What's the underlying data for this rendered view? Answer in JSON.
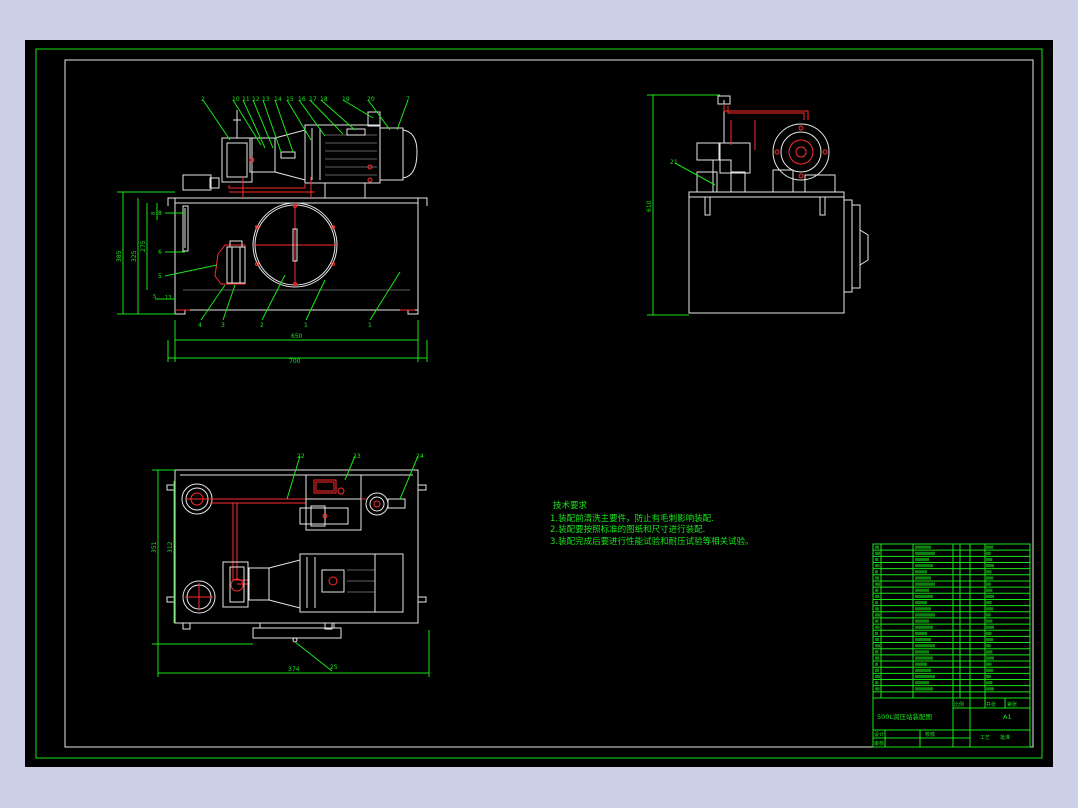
{
  "tech_requirements": {
    "title": "技术要求",
    "items": [
      "1.装配前清洗主要件，防止有毛刺影响装配.",
      "2.装配要按照标准的图纸和尺寸进行装配.",
      "3.装配完成后要进行性能试验和耐压试验等相关试验。"
    ]
  },
  "front_view": {
    "dimensions": {
      "inner_width": "650",
      "overall_width": "700",
      "height_total": "385",
      "height_mid": "325",
      "height_inner": "275",
      "small": "8",
      "tank_plate": "13",
      "level_ref": "5"
    },
    "balloons": [
      "2",
      "10",
      "11",
      "12",
      "13",
      "14",
      "15",
      "16",
      "17",
      "18",
      "19",
      "20",
      "7",
      "8",
      "6",
      "5",
      "4",
      "3",
      "2",
      "1"
    ]
  },
  "side_view": {
    "dimensions": {
      "height": "610"
    },
    "balloons": [
      "21"
    ]
  },
  "top_view": {
    "dimensions": {
      "depth": "351",
      "depth_inner": "312",
      "length": "374",
      "leader": "25"
    },
    "balloons": [
      "22",
      "23",
      "24"
    ]
  },
  "title_block": {
    "drawing_title": "500L润压站装配图",
    "sheet_size": "A1",
    "labels": [
      "设计",
      "审核",
      "比例",
      "共张",
      "第张"
    ],
    "footer": [
      "校核",
      "工艺",
      "批准"
    ]
  }
}
